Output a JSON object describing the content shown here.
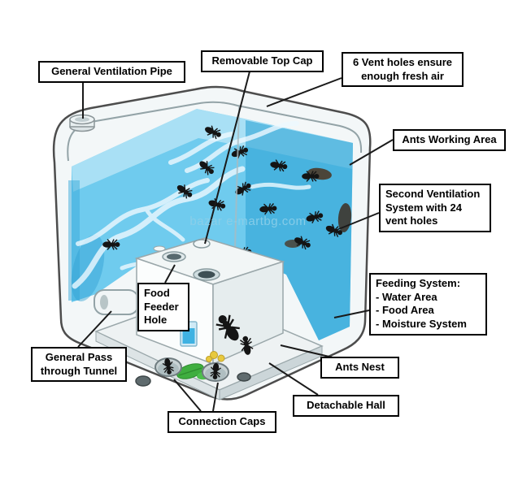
{
  "watermark": "bazar e-martbg.com",
  "labels": {
    "general_ventilation_pipe": "General Ventilation Pipe",
    "removable_top_cap": "Removable Top Cap",
    "vent_holes": "6 Vent holes ensure\nenough fresh air",
    "ants_working_area": "Ants Working Area",
    "second_ventilation": "Second Ventilation\nSystem with 24\nvent holes",
    "feeding_system": "Feeding System:\n- Water Area\n- Food Area\n- Moisture System",
    "ants_nest": "Ants Nest",
    "detachable_hall": "Detachable Hall",
    "connection_caps": "Connection Caps",
    "general_pass_tunnel": "General Pass\nthrough Tunnel",
    "food_feeder_hole": "Food\nFeeder\nHole"
  },
  "colors": {
    "gel_blue": "#6fcbee",
    "gel_deep": "#2fa3d6",
    "water_blue": "#3fb2e2",
    "leaf_green": "#3fae3f",
    "egg_yellow": "#e8c93e",
    "label_border": "#000000",
    "watermark_blue": "#8ccfe9"
  }
}
